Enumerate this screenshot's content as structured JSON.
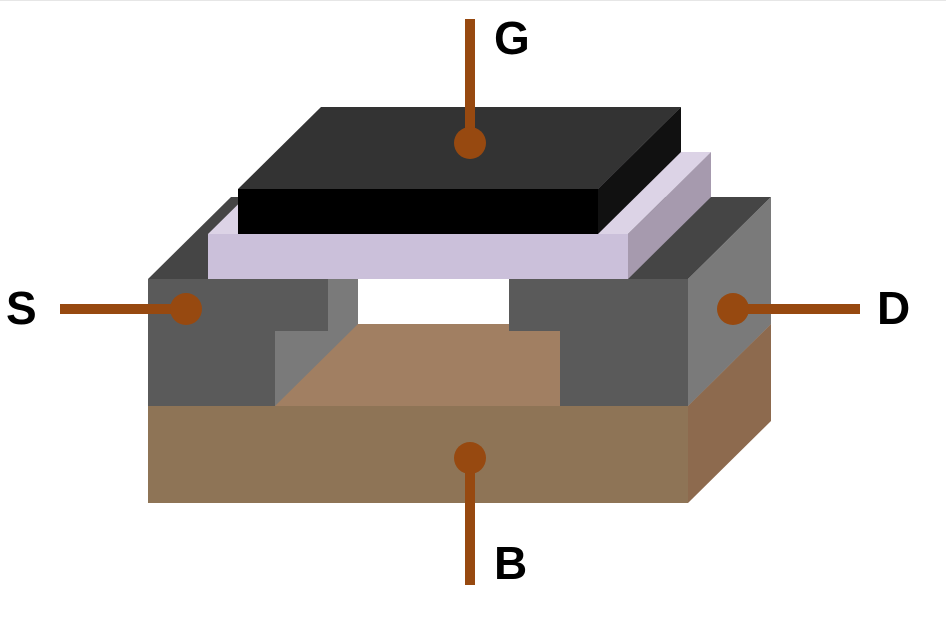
{
  "terminals": {
    "gate": "G",
    "source": "S",
    "drain": "D",
    "body": "B"
  },
  "colors": {
    "lead": "#974910",
    "substrate_front": "#8e7456",
    "substrate_top": "#a17f62",
    "substrate_side": "#8d6a4e",
    "region_front": "#5a5a5a",
    "region_top": "#454545",
    "region_side": "#7a7a7a",
    "oxide_front": "#cbc0da",
    "oxide_top": "#dcd3e6",
    "oxide_side": "#a69aae",
    "gate_front": "#000000",
    "gate_top": "#333333",
    "gate_side": "#111111"
  }
}
